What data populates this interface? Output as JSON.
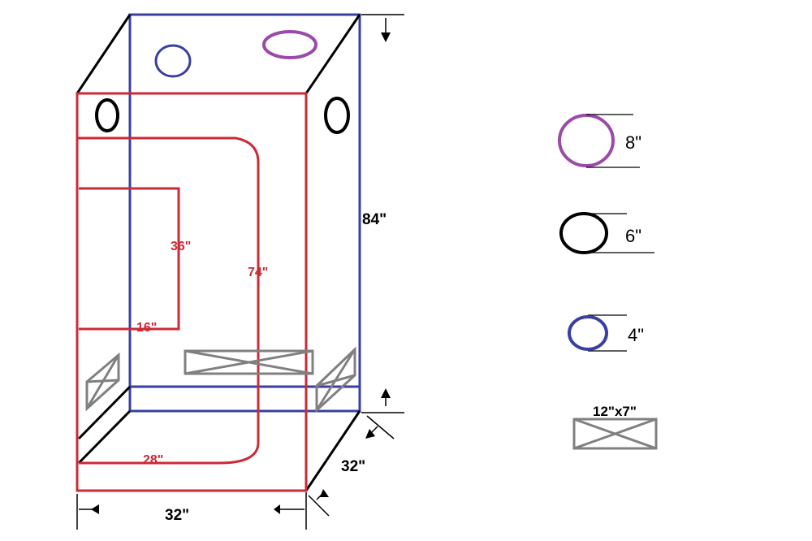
{
  "dimensions": {
    "height": "84\"",
    "depth": "32\"",
    "width": "32\"",
    "window_height": "36\"",
    "window_width": "16\"",
    "door_height": "74\"",
    "door_width": "28\""
  },
  "legend": {
    "port_8": "8\"",
    "port_6": "6\"",
    "port_4": "4\"",
    "vent": "12\"x7\""
  },
  "colors": {
    "red": "#cc2a36",
    "blue": "#3a3fa0",
    "purple": "#9a4aa8",
    "gray": "#808080",
    "black": "#000000"
  }
}
